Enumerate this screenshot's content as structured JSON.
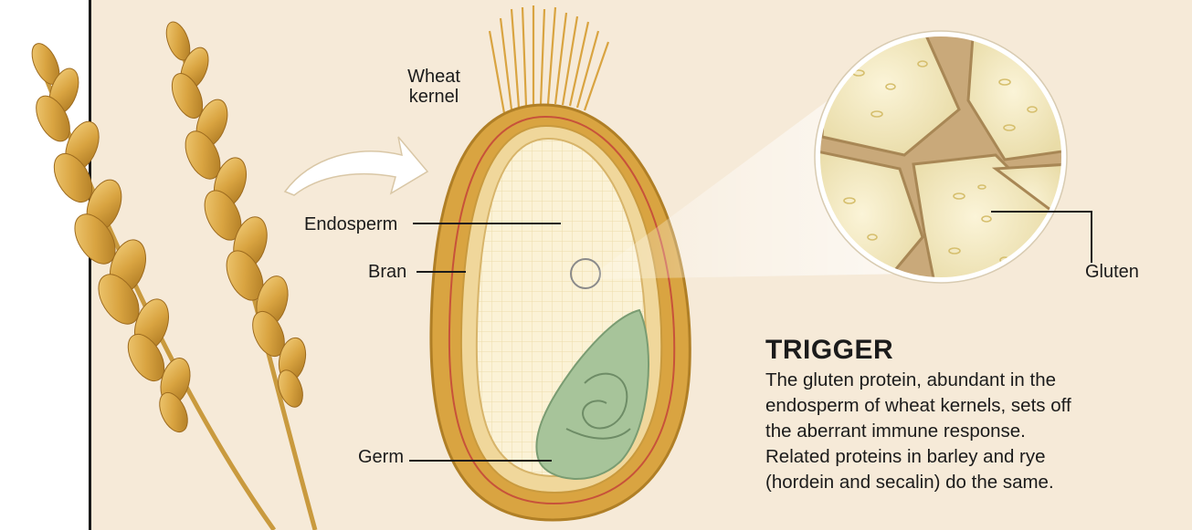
{
  "labels": {
    "wheat_kernel": [
      "Wheat",
      "kernel"
    ],
    "endosperm": "Endosperm",
    "bran": "Bran",
    "germ": "Germ",
    "gluten": "Gluten"
  },
  "trigger": {
    "title": "TRIGGER",
    "lines": [
      "The gluten protein, abundant in the",
      "endosperm of wheat kernels, sets off",
      "the aberrant immune response.",
      "Related proteins in barley and rye",
      "(hordein and secalin) do the same."
    ]
  },
  "colors": {
    "background": "#f6ead8",
    "wheat_gold": "#d9a441",
    "endosperm_fill": "#fbf2d6",
    "germ_green": "#a7c49a",
    "text": "#1b1b1b"
  }
}
